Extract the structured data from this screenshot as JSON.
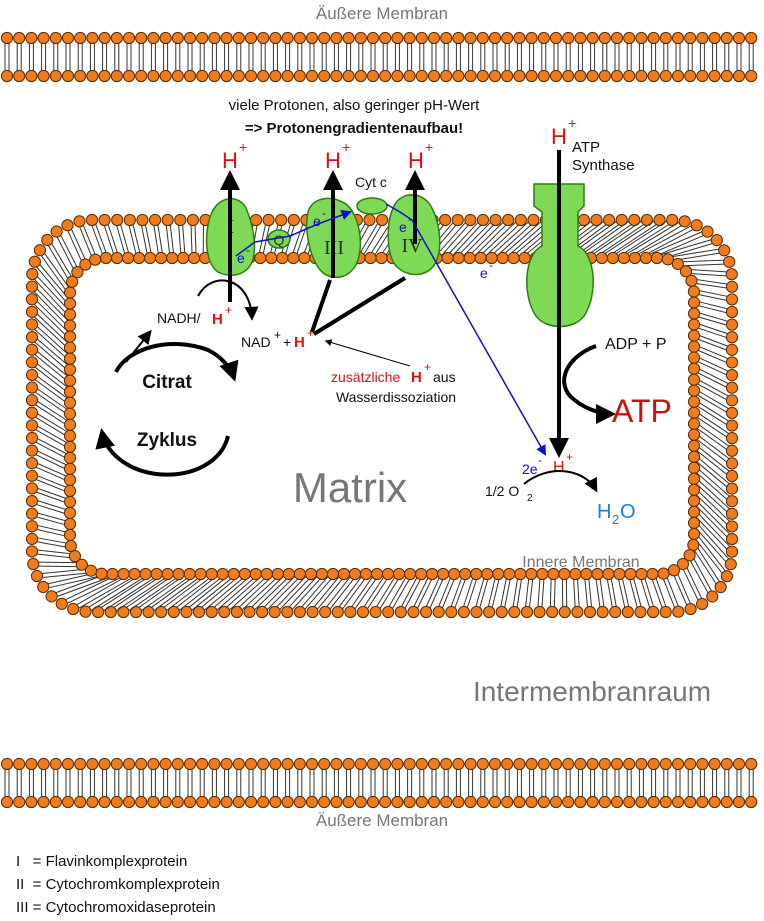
{
  "outer_membrane": {
    "top_label": "Äußere Membran",
    "bottom_label": "Äußere Membran"
  },
  "spaces": {
    "matrix": "Matrix",
    "intermembrane": "Intermembranraum",
    "inner_membrane": "Innere Membran"
  },
  "note": {
    "line1": "viele Protonen, also geringer pH-Wert",
    "line2": "=> Protonengradientenaufbau!"
  },
  "complexes": {
    "c1": "I",
    "c3": "III",
    "c4": "IV",
    "q": "Q",
    "cyt_c": "Cyt c",
    "atp_synthase_line1": "ATP",
    "atp_synthase_line2": "Synthase"
  },
  "protons": {
    "h": "H",
    "plus": "+"
  },
  "electrons": {
    "e": "e",
    "minus": "-",
    "two_e": "2e"
  },
  "reactions": {
    "nadh": "NADH/",
    "nad": "NAD",
    "nad_plus": "+",
    "plus_sign": "+",
    "extra_h_prefix": "zusätzliche",
    "extra_h_suffix": "aus",
    "water_dissociation": "Wasserdissoziation",
    "adp_p": "ADP + P",
    "atp": "ATP",
    "half_o2_prefix": "1/2 O",
    "o2_sub": "2",
    "h2o_h": "H",
    "h2o_sub": "2",
    "h2o_o": "O"
  },
  "citrate_cycle": {
    "line1": "Citrat",
    "line2": "Zyklus"
  },
  "legend": [
    "I   = Flavinkomplexprotein",
    "II  = Cytochromkomplexprotein",
    "III = Cytochromoxidaseprotein"
  ],
  "colors": {
    "lipid_head": "#f07c1e",
    "lipid_head_stroke": "#5a2a00",
    "protein_fill": "#7ed957",
    "protein_stroke": "#2e7d12",
    "proton_red": "#e01010",
    "electron_blue": "#1010c8",
    "atp_red": "#cc1010",
    "water_blue": "#1e78e6",
    "label_gray": "#777777"
  }
}
